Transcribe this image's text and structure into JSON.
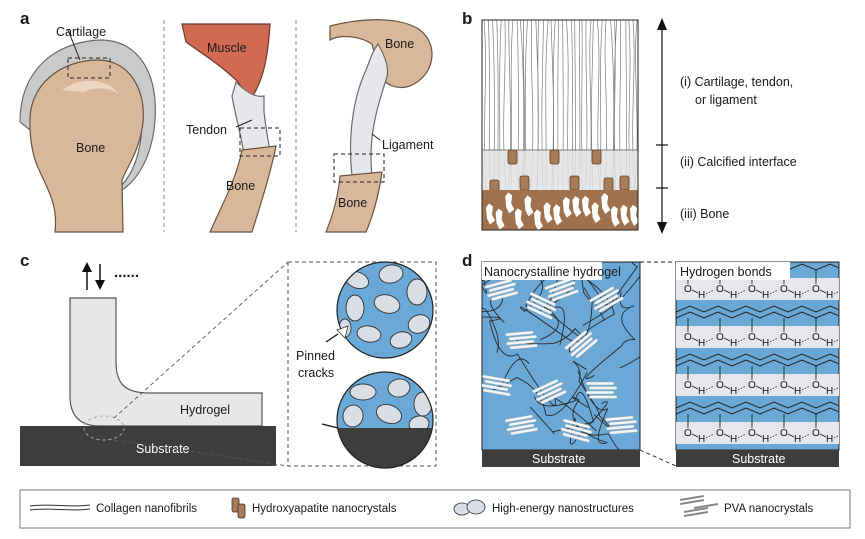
{
  "colors": {
    "bone": "#d9b79a",
    "bone_light": "#ead6c2",
    "muscle": "#d06a52",
    "cartilage": "#e4e4e6",
    "hydrogel_blue": "#6aa8d8",
    "substrate": "#3d3d3d",
    "nanostructure": "#d8dde6"
  },
  "panels": {
    "a": {
      "letter": "a",
      "labels": {
        "cartilage": "Cartilage",
        "bone": "Bone",
        "muscle": "Muscle",
        "tendon": "Tendon",
        "ligament": "Ligament"
      }
    },
    "b": {
      "letter": "b",
      "layers": {
        "i": "(i) Cartilage, tendon,",
        "i_cont": "or ligament",
        "ii": "(ii) Calcified interface",
        "iii": "(iii) Bone"
      }
    },
    "c": {
      "letter": "c",
      "dots": "......",
      "labels": {
        "hydrogel": "Hydrogel",
        "substrate": "Substrate",
        "pinned": "Pinned",
        "cracks": "cracks"
      }
    },
    "d": {
      "letter": "d",
      "labels": {
        "nanocrystalline": "Nanocrystalline hydrogel",
        "hydrogen_bonds": "Hydrogen bonds",
        "substrate_left": "Substrate",
        "substrate_right": "Substrate"
      },
      "bond_o": "O",
      "bond_h": "H"
    }
  },
  "legend": [
    {
      "icon": "collagen-nanofibrils-icon",
      "label": "Collagen nanofibrils"
    },
    {
      "icon": "hydroxyapatite-icon",
      "label": "Hydroxyapatite nanocrystals"
    },
    {
      "icon": "nanostructure-icon",
      "label": "High-energy nanostructures"
    },
    {
      "icon": "pva-crystal-icon",
      "label": "PVA nanocrystals"
    }
  ]
}
